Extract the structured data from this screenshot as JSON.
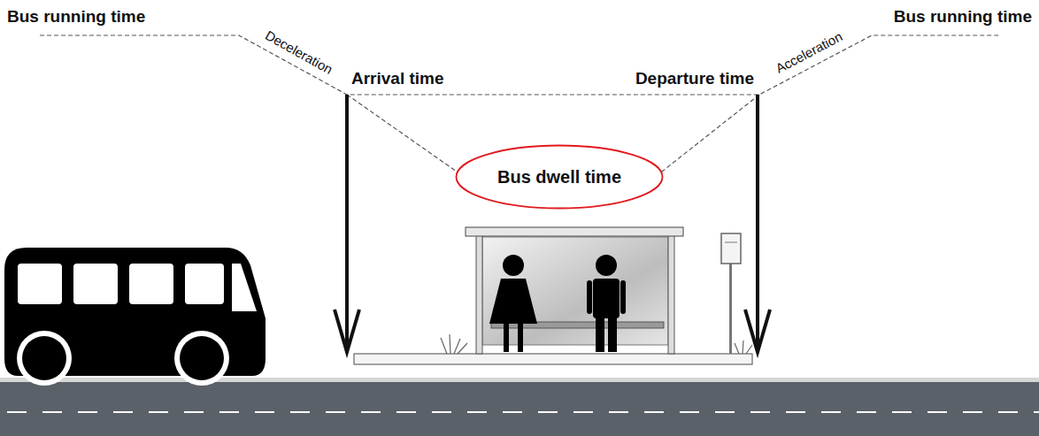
{
  "diagram": {
    "nodes": [
      {
        "text": [
          "Bus dwell time"
        ]
      }
    ],
    "labels": [
      "Bus running time",
      "Deceleration",
      "Arrival time",
      "Departure time",
      "Acceleration",
      "Bus running time"
    ]
  }
}
